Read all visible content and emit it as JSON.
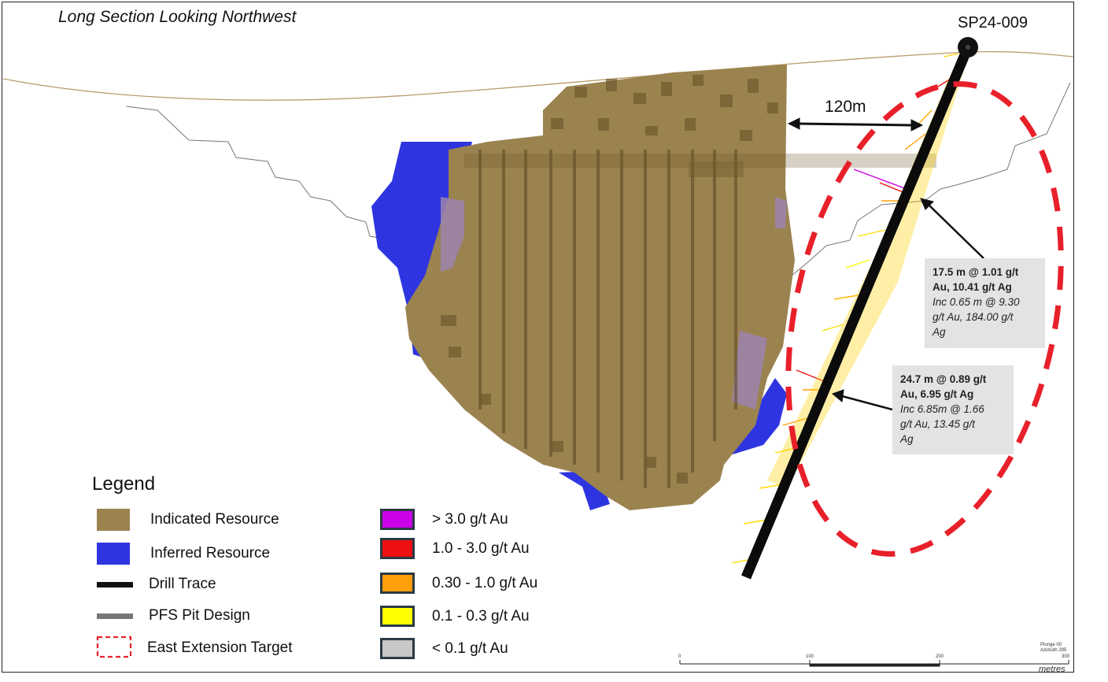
{
  "title": "Long Section Looking Northwest",
  "drill_hole": "SP24-009",
  "distance_label": "120m",
  "callouts": [
    {
      "line1": "17.5 m @ 1.01 g/t",
      "line2": "Au, 10.41 g/t Ag",
      "inc": "Inc 0.65 m @ 9.30",
      "inc2": "g/t Au, 184.00 g/t",
      "inc3": "Ag"
    },
    {
      "line1": "24.7 m @ 0.89 g/t",
      "line2": "Au, 6.95 g/t Ag",
      "inc": "Inc 6.85m @ 1.66",
      "inc2": "g/t Au, 13.45  g/t",
      "inc3": "Ag"
    }
  ],
  "legend": {
    "title": "Legend",
    "items": [
      {
        "label": "Indicated Resource",
        "color": "#9b8350"
      },
      {
        "label": "Inferred Resource",
        "color": "#2e35e0"
      },
      {
        "label": "Drill Trace",
        "color": "#111111"
      },
      {
        "label": "PFS Pit Design",
        "color": "#777777"
      },
      {
        "label": "East Extension Target",
        "color": "#e8202a"
      }
    ],
    "grades": [
      {
        "label": "> 3.0 g/t Au",
        "color": "#cc00e6"
      },
      {
        "label": "1.0 - 3.0 g/t Au",
        "color": "#ee1111"
      },
      {
        "label": "0.30 - 1.0 g/t Au",
        "color": "#ff9f0a"
      },
      {
        "label": "0.1 - 0.3 g/t Au",
        "color": "#ffff00"
      },
      {
        "label": "< 0.1 g/t Au",
        "color": "#c8c8c8"
      }
    ]
  },
  "scale": {
    "ticks": [
      "0",
      "100",
      "200",
      "300"
    ],
    "units": "metres",
    "plunge": "Plunge 00",
    "azimuth": "Azimuth 295"
  }
}
